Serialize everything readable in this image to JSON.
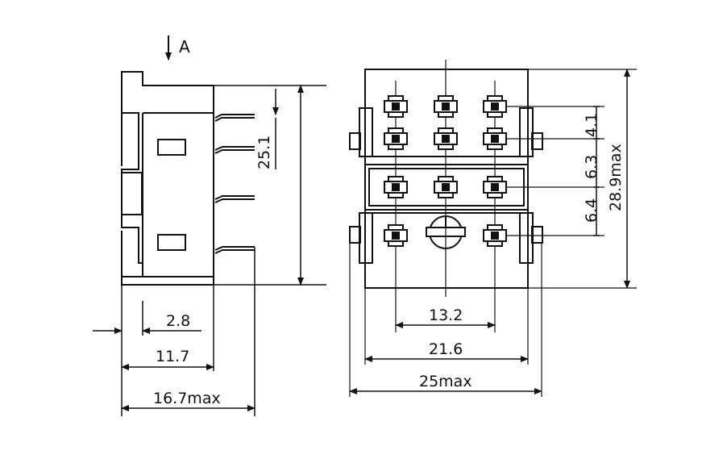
{
  "view_marker": {
    "label": "A"
  },
  "side_view": {
    "dims": {
      "height": "25.1",
      "offset": "2.8",
      "base_depth": "11.7",
      "overall_depth": "16.7max"
    }
  },
  "front_view": {
    "dims": {
      "overall_height": "28.9max",
      "pitch_top": "4.1",
      "pitch_mid": "6.3",
      "pitch_low": "6.4",
      "pin_span": "13.2",
      "body_width": "21.6",
      "overall_width": "25max"
    }
  }
}
